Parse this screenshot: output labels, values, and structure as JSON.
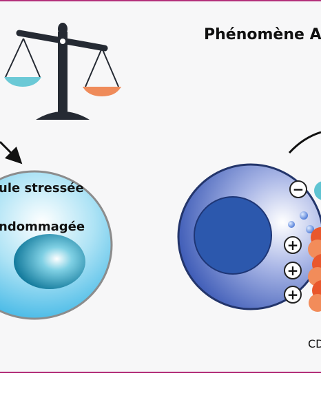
{
  "colors": {
    "border": "#b3307a",
    "scale": "#252a33",
    "pan_left": "#6bc9d6",
    "pan_right": "#ef8b5a"
  },
  "header": {
    "title": "Phénomène A"
  },
  "left_cell": {
    "line1": "ule stressée",
    "line2": "ndommagée"
  },
  "right_cell": {
    "signs": [
      "−",
      "+",
      "+",
      "+"
    ]
  },
  "label_bottom": "CD"
}
